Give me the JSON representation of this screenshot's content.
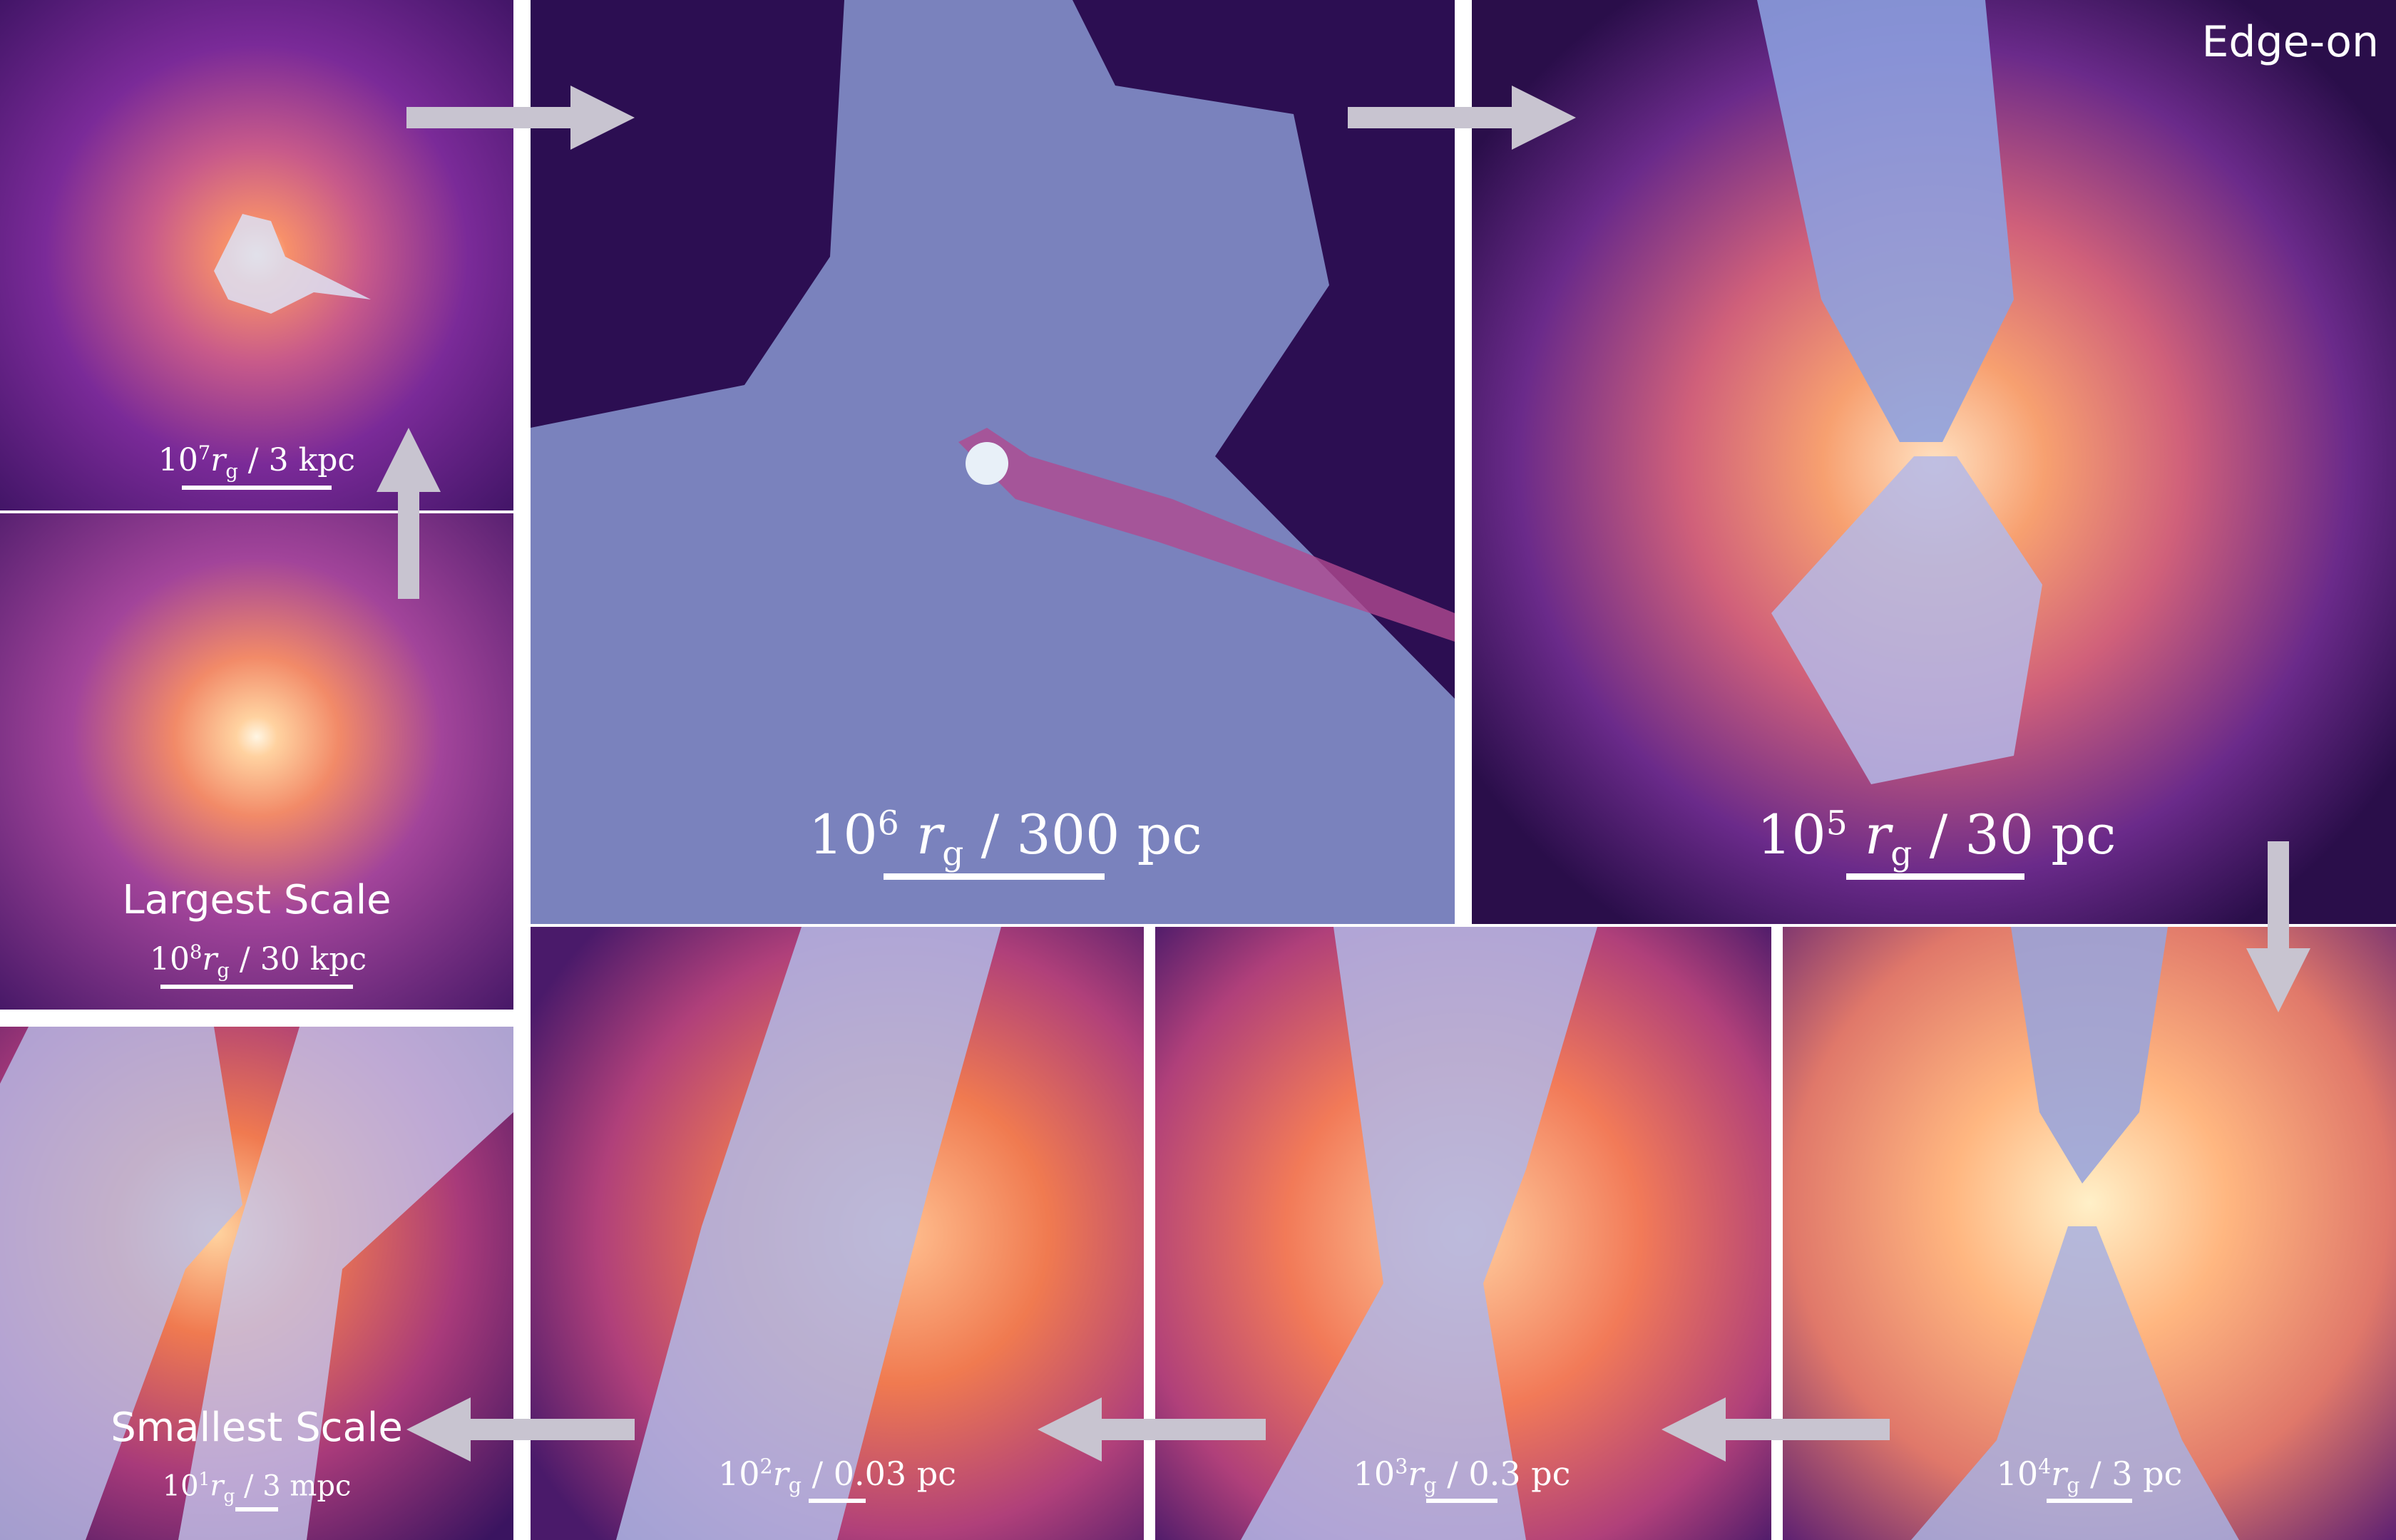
{
  "figure": {
    "edge_label": "Edge-on",
    "largest_label": "Largest Scale",
    "smallest_label": "Smallest Scale"
  },
  "panels": [
    {
      "id": "p1",
      "exp": "7",
      "size": "3 kpc"
    },
    {
      "id": "p0",
      "exp": "8",
      "size": "30 kpc"
    },
    {
      "id": "p2",
      "exp": "6",
      "size": "300 pc"
    },
    {
      "id": "p3",
      "exp": "5",
      "size": "30 pc"
    },
    {
      "id": "p4",
      "exp": "4",
      "size": "3 pc"
    },
    {
      "id": "p5",
      "exp": "3",
      "size": "0.3 pc"
    },
    {
      "id": "p6",
      "exp": "2",
      "size": "0.03 pc"
    },
    {
      "id": "p7",
      "exp": "1",
      "size": "3 mpc"
    }
  ],
  "symbols": {
    "rg_r": "r",
    "rg_sub": "g",
    "base": "10",
    "sep": "/"
  },
  "colors": {
    "background": "#ffffff",
    "deep_purple": "#2a0a4a",
    "magenta": "#8a2a8a",
    "hot_orange": "#f07a50",
    "core_white": "#fff4d8",
    "outflow_blue": "#a8b4e8",
    "arrow_gray": "#c8c4d0"
  }
}
